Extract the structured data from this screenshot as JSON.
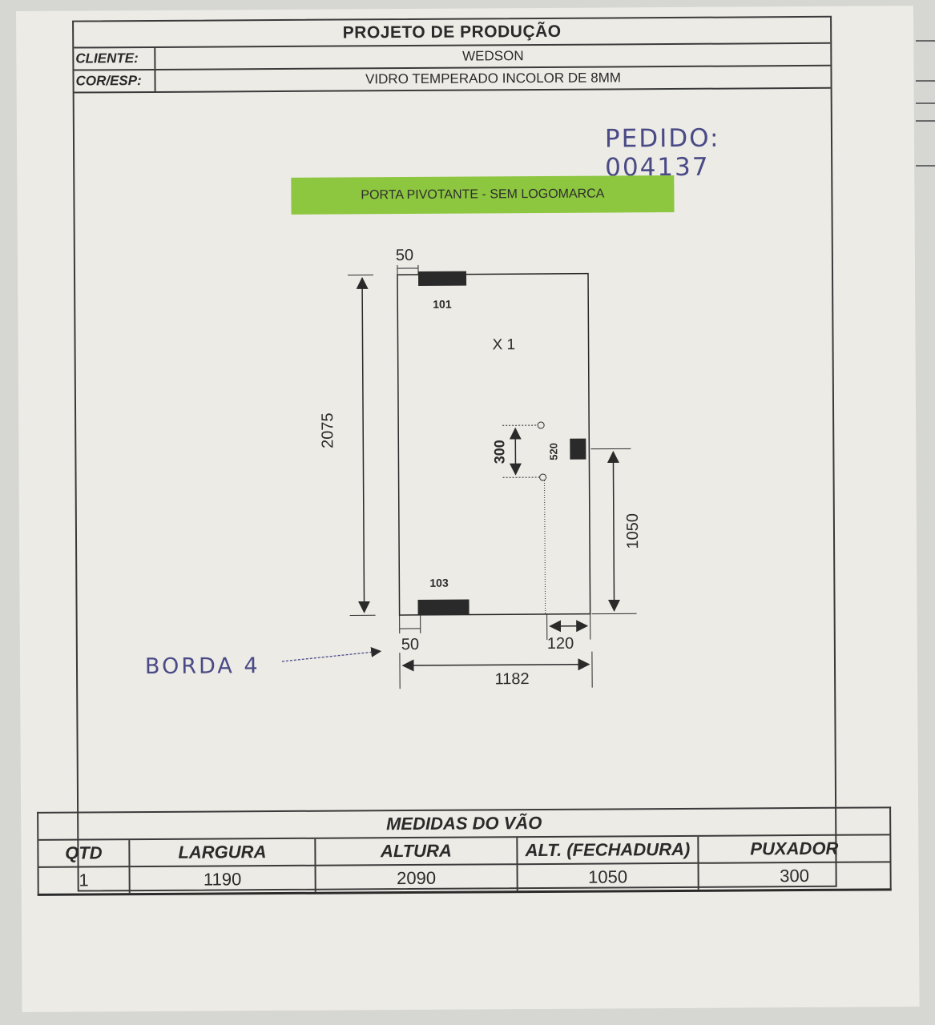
{
  "header": {
    "title": "PROJETO DE PRODUÇÃO",
    "cliente_label": "CLIENTE:",
    "cliente_value": "WEDSON",
    "cor_label": "COR/ESP:",
    "cor_value": "VIDRO TEMPERADO INCOLOR DE 8MM"
  },
  "pedido": "PEDIDO: 004137",
  "banner": "PORTA PIVOTANTE - SEM LOGOMARCA",
  "drawing": {
    "top_offset": "50",
    "top_hole": "101",
    "quantity": "X 1",
    "height": "2075",
    "handle_spacing": "300",
    "handle_label": "520",
    "lock_height": "1050",
    "bottom_hole": "103",
    "bottom_offset": "50",
    "right_offset": "120",
    "width": "1182"
  },
  "note": "BORDA 4",
  "medidas": {
    "title": "MEDIDAS DO VÃO",
    "headers": [
      "QTD",
      "LARGURA",
      "ALTURA",
      "ALT. (FECHADURA)",
      "PUXADOR"
    ],
    "values": [
      "1",
      "1190",
      "2090",
      "1050",
      "300"
    ]
  }
}
